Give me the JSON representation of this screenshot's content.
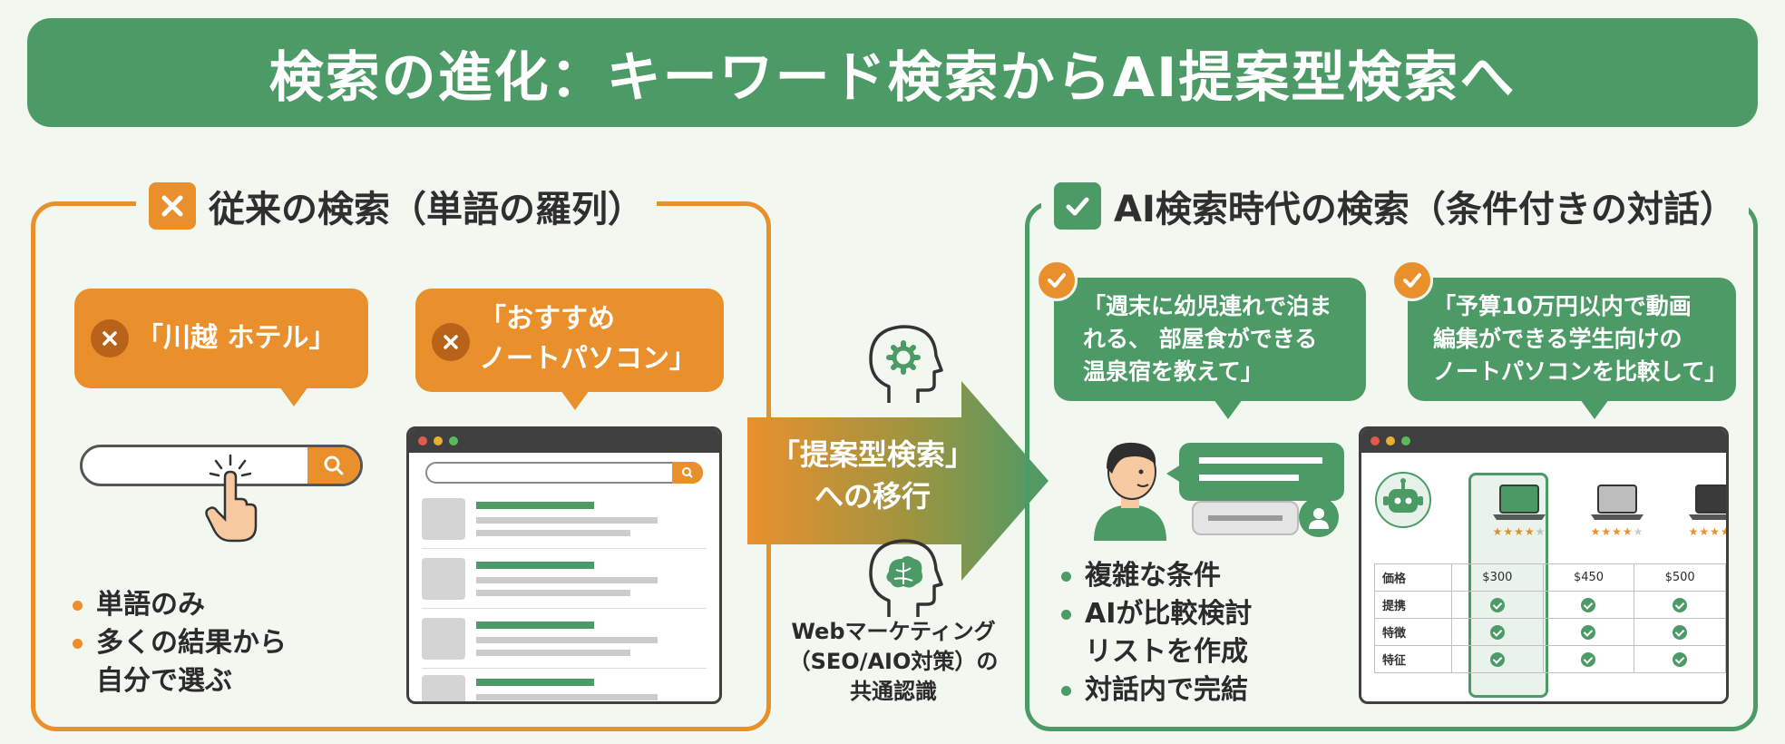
{
  "title": "検索の進化：キーワード検索からAI提案型検索へ",
  "colors": {
    "accent_orange": "#e9902d",
    "accent_green": "#4c9a66",
    "background": "#f2f7f0"
  },
  "left": {
    "header": "従来の検索（単語の羅列）",
    "header_icon": "x-icon",
    "bubble1": "「川越 ホテル」",
    "bubble2_line1": "「おすすめ",
    "bubble2_line2": "ノートパソコン」",
    "bullets": [
      "単語のみ",
      "多くの結果から",
      "自分で選ぶ"
    ]
  },
  "middle": {
    "arrow_line1": "「提案型検索」",
    "arrow_line2": "への移行",
    "caption_line1": "Webマーケティング",
    "caption_line2": "（SEO/AIO対策）の",
    "caption_line3": "共通認識"
  },
  "right": {
    "header": "AI検索時代の検索（条件付きの対話）",
    "header_icon": "check-icon",
    "bubble1_line1": "「週末に幼児連れで泊ま",
    "bubble1_line2": "れる、 部屋食ができる",
    "bubble1_line3": "温泉宿を教えて」",
    "bubble2_line1": "「予算10万円以内で動画",
    "bubble2_line2": "編集ができる学生向けの",
    "bubble2_line3": "ノートパソコンを比較して」",
    "bullets": [
      "複雑な条件",
      "AIが比較検討",
      "リストを作成",
      "対話内で完結"
    ],
    "table": {
      "rows": [
        "価格",
        "提携",
        "特徴",
        "特征"
      ],
      "prices": [
        "$300",
        "$450",
        "$500"
      ]
    }
  }
}
